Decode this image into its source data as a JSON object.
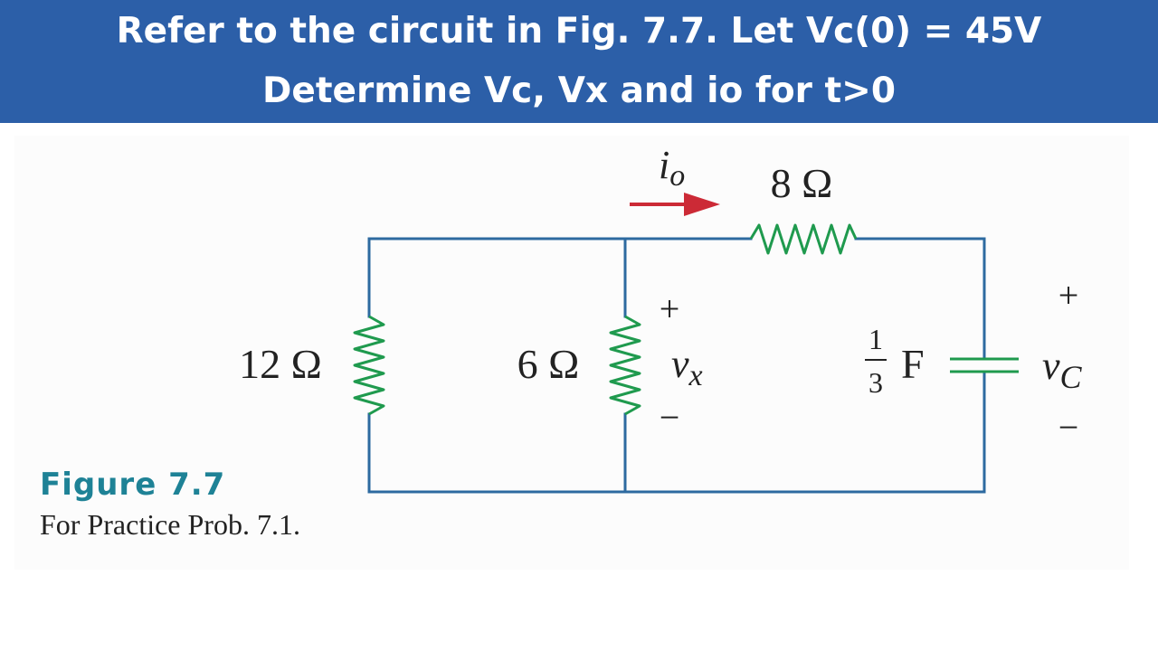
{
  "banner": {
    "line1": "Refer to the circuit in Fig. 7.7. Let Vc(0) = 45V",
    "line2": "Determine Vc, Vx and io for t>0"
  },
  "circuit": {
    "r12_label": "12 Ω",
    "r6_label": "6 Ω",
    "r8_label": "8 Ω",
    "cap_numerator": "1",
    "cap_denominator": "3",
    "cap_unit": "F",
    "io_main": "i",
    "io_sub": "o",
    "vx_main": "v",
    "vx_sub": "x",
    "vc_main": "v",
    "vc_sub": "C",
    "plus": "+",
    "minus": "−"
  },
  "figure": {
    "title": "Figure 7.7",
    "caption": "For Practice Prob. 7.1."
  },
  "colors": {
    "banner": "#2c5fa8",
    "wire": "#2d6aa0",
    "component": "#1f9a4e",
    "arrow": "#cc2a36",
    "figure_title": "#1e8296"
  }
}
